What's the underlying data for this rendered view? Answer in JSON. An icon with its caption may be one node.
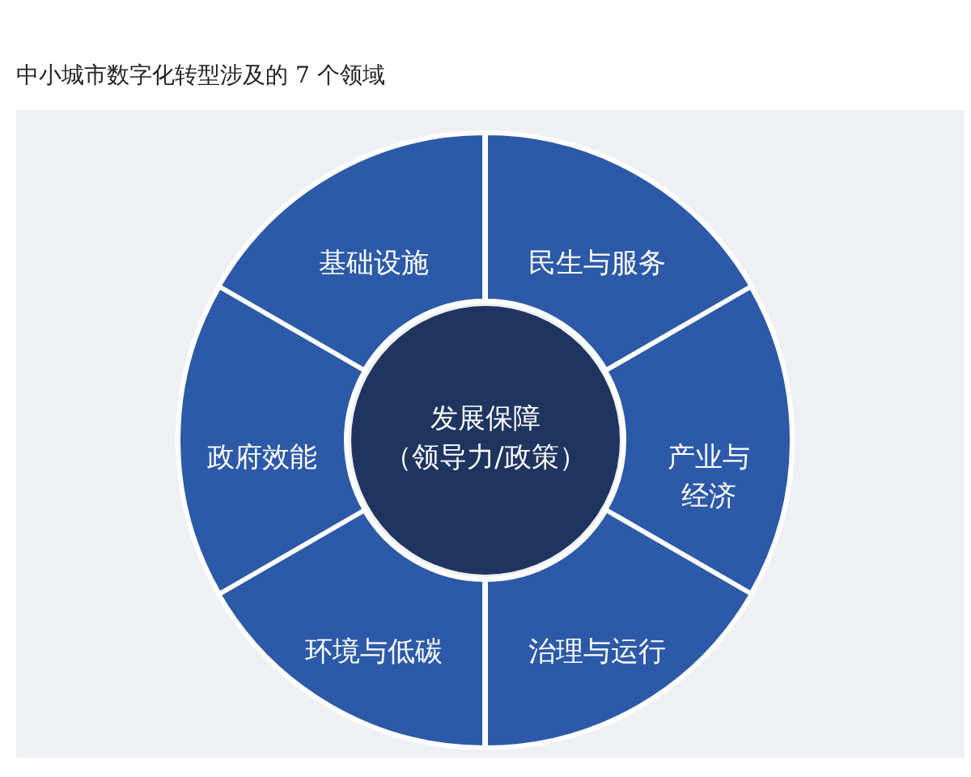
{
  "diagram": {
    "title": "中小城市数字化转型涉及的 7 个领域",
    "nodes": [
      {
        "text": [
          "基础设施"
        ]
      },
      {
        "text": [
          "民生与服务"
        ]
      },
      {
        "text": [
          "产业与经济"
        ]
      },
      {
        "text": [
          "治理与运行"
        ]
      },
      {
        "text": [
          "环境与低碳"
        ]
      },
      {
        "text": [
          "政府效能"
        ]
      },
      {
        "text": [
          "发展保障",
          "（领导力/政策）"
        ]
      }
    ]
  }
}
